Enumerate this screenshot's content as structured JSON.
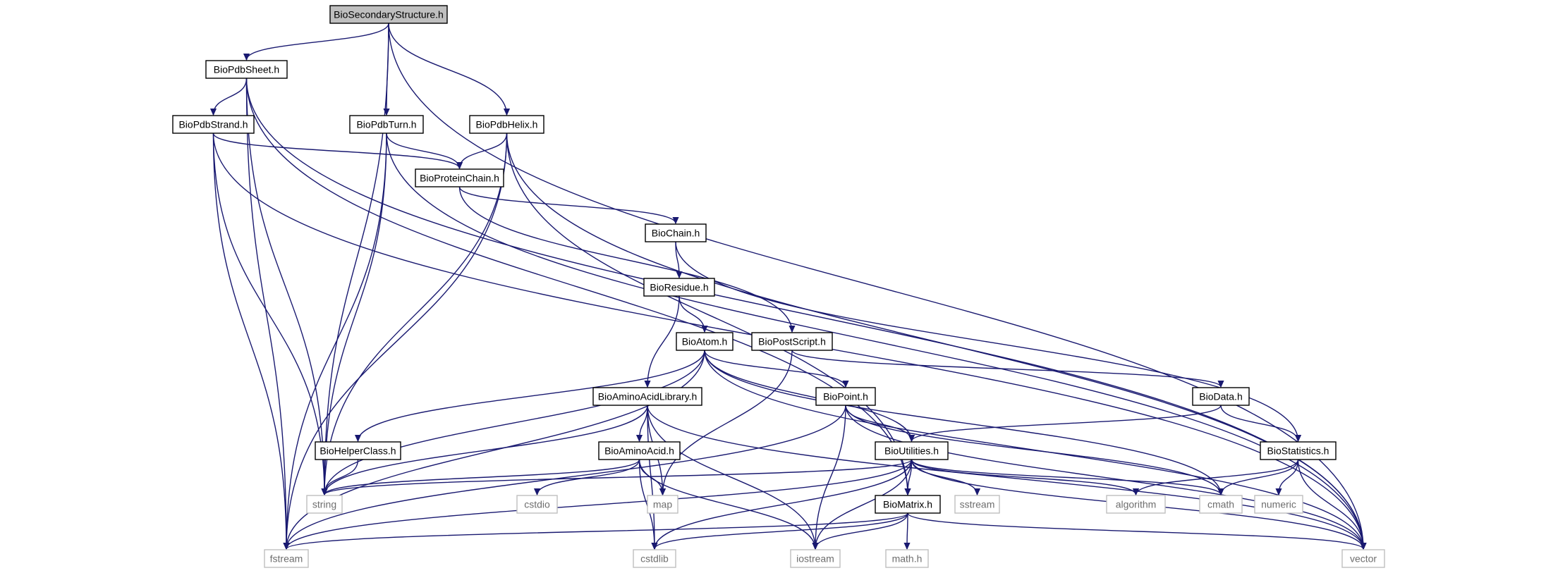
{
  "graph": {
    "edge_color": "#191970",
    "nodes": [
      {
        "id": "BioSecondaryStructure.h",
        "label": "BioSecondaryStructure.h",
        "kind": "root"
      },
      {
        "id": "BioPdbSheet.h",
        "label": "BioPdbSheet.h",
        "kind": "project"
      },
      {
        "id": "BioPdbStrand.h",
        "label": "BioPdbStrand.h",
        "kind": "project"
      },
      {
        "id": "BioPdbTurn.h",
        "label": "BioPdbTurn.h",
        "kind": "project"
      },
      {
        "id": "BioPdbHelix.h",
        "label": "BioPdbHelix.h",
        "kind": "project"
      },
      {
        "id": "BioProteinChain.h",
        "label": "BioProteinChain.h",
        "kind": "project"
      },
      {
        "id": "BioChain.h",
        "label": "BioChain.h",
        "kind": "project"
      },
      {
        "id": "BioResidue.h",
        "label": "BioResidue.h",
        "kind": "project"
      },
      {
        "id": "BioPostScript.h",
        "label": "BioPostScript.h",
        "kind": "project"
      },
      {
        "id": "BioAtom.h",
        "label": "BioAtom.h",
        "kind": "project"
      },
      {
        "id": "BioAminoAcidLibrary.h",
        "label": "BioAminoAcidLibrary.h",
        "kind": "project"
      },
      {
        "id": "BioPoint.h",
        "label": "BioPoint.h",
        "kind": "project"
      },
      {
        "id": "BioData.h",
        "label": "BioData.h",
        "kind": "project"
      },
      {
        "id": "BioHelperClass.h",
        "label": "BioHelperClass.h",
        "kind": "project"
      },
      {
        "id": "BioAminoAcid.h",
        "label": "BioAminoAcid.h",
        "kind": "project"
      },
      {
        "id": "BioUtilities.h",
        "label": "BioUtilities.h",
        "kind": "project"
      },
      {
        "id": "BioStatistics.h",
        "label": "BioStatistics.h",
        "kind": "project"
      },
      {
        "id": "BioMatrix.h",
        "label": "BioMatrix.h",
        "kind": "project"
      },
      {
        "id": "string",
        "label": "string",
        "kind": "external"
      },
      {
        "id": "cstdio",
        "label": "cstdio",
        "kind": "external"
      },
      {
        "id": "map",
        "label": "map",
        "kind": "external"
      },
      {
        "id": "sstream",
        "label": "sstream",
        "kind": "external"
      },
      {
        "id": "algorithm",
        "label": "algorithm",
        "kind": "external"
      },
      {
        "id": "cmath",
        "label": "cmath",
        "kind": "external"
      },
      {
        "id": "numeric",
        "label": "numeric",
        "kind": "external"
      },
      {
        "id": "fstream",
        "label": "fstream",
        "kind": "external"
      },
      {
        "id": "cstdlib",
        "label": "cstdlib",
        "kind": "external"
      },
      {
        "id": "iostream",
        "label": "iostream",
        "kind": "external"
      },
      {
        "id": "math.h",
        "label": "math.h",
        "kind": "external"
      },
      {
        "id": "vector",
        "label": "vector",
        "kind": "external"
      }
    ],
    "edges": [
      [
        "BioSecondaryStructure.h",
        "BioPdbSheet.h"
      ],
      [
        "BioSecondaryStructure.h",
        "string"
      ],
      [
        "BioSecondaryStructure.h",
        "BioPdbTurn.h"
      ],
      [
        "BioSecondaryStructure.h",
        "BioPdbHelix.h"
      ],
      [
        "BioSecondaryStructure.h",
        "vector"
      ],
      [
        "BioPdbSheet.h",
        "fstream"
      ],
      [
        "BioPdbSheet.h",
        "string"
      ],
      [
        "BioPdbSheet.h",
        "BioPdbStrand.h"
      ],
      [
        "BioPdbSheet.h",
        "BioMatrix.h"
      ],
      [
        "BioPdbSheet.h",
        "vector"
      ],
      [
        "BioPdbStrand.h",
        "fstream"
      ],
      [
        "BioPdbStrand.h",
        "string"
      ],
      [
        "BioPdbStrand.h",
        "BioProteinChain.h"
      ],
      [
        "BioPdbStrand.h",
        "vector"
      ],
      [
        "BioPdbTurn.h",
        "fstream"
      ],
      [
        "BioPdbTurn.h",
        "string"
      ],
      [
        "BioPdbTurn.h",
        "BioProteinChain.h"
      ],
      [
        "BioPdbTurn.h",
        "vector"
      ],
      [
        "BioPdbHelix.h",
        "string"
      ],
      [
        "BioPdbHelix.h",
        "fstream"
      ],
      [
        "BioPdbHelix.h",
        "BioProteinChain.h"
      ],
      [
        "BioPdbHelix.h",
        "BioMatrix.h"
      ],
      [
        "BioPdbHelix.h",
        "vector"
      ],
      [
        "BioProteinChain.h",
        "BioChain.h"
      ],
      [
        "BioProteinChain.h",
        "BioPostScript.h"
      ],
      [
        "BioChain.h",
        "BioResidue.h"
      ],
      [
        "BioChain.h",
        "BioStatistics.h"
      ],
      [
        "BioResidue.h",
        "BioAtom.h"
      ],
      [
        "BioResidue.h",
        "BioAminoAcidLibrary.h"
      ],
      [
        "BioPostScript.h",
        "map"
      ],
      [
        "BioPostScript.h",
        "BioData.h"
      ],
      [
        "BioAtom.h",
        "fstream"
      ],
      [
        "BioAtom.h",
        "string"
      ],
      [
        "BioAtom.h",
        "BioHelperClass.h"
      ],
      [
        "BioAtom.h",
        "BioPoint.h"
      ],
      [
        "BioAtom.h",
        "BioUtilities.h"
      ],
      [
        "BioAtom.h",
        "cmath"
      ],
      [
        "BioAtom.h",
        "vector"
      ],
      [
        "BioAminoAcidLibrary.h",
        "string"
      ],
      [
        "BioAminoAcidLibrary.h",
        "BioAminoAcid.h"
      ],
      [
        "BioAminoAcidLibrary.h",
        "map"
      ],
      [
        "BioAminoAcidLibrary.h",
        "cstdlib"
      ],
      [
        "BioAminoAcidLibrary.h",
        "iostream"
      ],
      [
        "BioAminoAcidLibrary.h",
        "vector"
      ],
      [
        "BioPoint.h",
        "fstream"
      ],
      [
        "BioPoint.h",
        "BioUtilities.h"
      ],
      [
        "BioPoint.h",
        "iostream"
      ],
      [
        "BioPoint.h",
        "cmath"
      ],
      [
        "BioPoint.h",
        "vector"
      ],
      [
        "BioData.h",
        "BioUtilities.h"
      ],
      [
        "BioData.h",
        "BioStatistics.h"
      ],
      [
        "BioHelperClass.h",
        "string"
      ],
      [
        "BioAminoAcid.h",
        "string"
      ],
      [
        "BioAminoAcid.h",
        "cstdio"
      ],
      [
        "BioAminoAcid.h",
        "map"
      ],
      [
        "BioAminoAcid.h",
        "cstdlib"
      ],
      [
        "BioAminoAcid.h",
        "iostream"
      ],
      [
        "BioUtilities.h",
        "string"
      ],
      [
        "BioUtilities.h",
        "fstream"
      ],
      [
        "BioUtilities.h",
        "cstdlib"
      ],
      [
        "BioUtilities.h",
        "iostream"
      ],
      [
        "BioUtilities.h",
        "BioMatrix.h"
      ],
      [
        "BioUtilities.h",
        "sstream"
      ],
      [
        "BioUtilities.h",
        "algorithm"
      ],
      [
        "BioUtilities.h",
        "cmath"
      ],
      [
        "BioUtilities.h",
        "vector"
      ],
      [
        "BioStatistics.h",
        "algorithm"
      ],
      [
        "BioStatistics.h",
        "cmath"
      ],
      [
        "BioStatistics.h",
        "numeric"
      ],
      [
        "BioStatistics.h",
        "vector"
      ],
      [
        "BioMatrix.h",
        "fstream"
      ],
      [
        "BioMatrix.h",
        "cstdlib"
      ],
      [
        "BioMatrix.h",
        "iostream"
      ],
      [
        "BioMatrix.h",
        "math.h"
      ],
      [
        "BioMatrix.h",
        "vector"
      ]
    ]
  }
}
